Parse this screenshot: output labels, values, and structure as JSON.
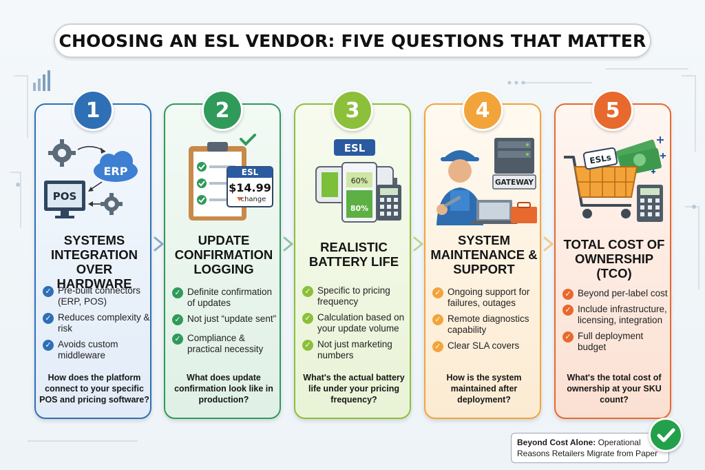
{
  "title": "CHOOSING AN ESL VENDOR: FIVE QUESTIONS THAT MATTER",
  "colors": {
    "card1": "#2f6fb5",
    "card2": "#2f9a5a",
    "card3": "#8cbf3a",
    "card4": "#f2a43a",
    "card5": "#e8692d"
  },
  "cards": [
    {
      "number": "1",
      "title": "SYSTEMS INTEGRATION OVER HARDWARE",
      "illustration_labels": [
        "ERP",
        "POS"
      ],
      "bullets": [
        "Pre-built connectors (ERP, POS)",
        "Reduces complexity & risk",
        "Avoids custom middleware"
      ],
      "question": "How does the platform connect to your specific POS and pricing software?"
    },
    {
      "number": "2",
      "title": "UPDATE CONFIRMATION LOGGING",
      "illustration_labels": [
        "ESL",
        "$14.99",
        "change"
      ],
      "bullets": [
        "Definite confirmation of updates",
        "Not just “update sent”",
        "Compliance & practical necessity"
      ],
      "question": "What does update confirmation look like in production?"
    },
    {
      "number": "3",
      "title": "REALISTIC BATTERY LIFE",
      "illustration_labels": [
        "ESL",
        "60%",
        "80%"
      ],
      "bullets": [
        "Specific to pricing frequency",
        "Calculation based on your update volume",
        "Not just marketing numbers"
      ],
      "question": "What's the actual battery life under your pricing frequency?"
    },
    {
      "number": "4",
      "title": "SYSTEM MAINTENANCE & SUPPORT",
      "illustration_labels": [
        "GATEWAY"
      ],
      "bullets": [
        "Ongoing support for failures, outages",
        "Remote diagnostics capability",
        "Clear SLA covers"
      ],
      "question": "How is the system maintained after deployment?"
    },
    {
      "number": "5",
      "title": "TOTAL COST OF OWNERSHIP (TCO)",
      "illustration_labels": [
        "ESLs"
      ],
      "bullets": [
        "Beyond per-label cost",
        "Include infrastructure, licensing, integration",
        "Full deployment budget"
      ],
      "question": "What's the total cost of ownership at your SKU count?"
    }
  ],
  "footer": {
    "bold": "Beyond Cost Alone:",
    "text": " Operational Reasons Retailers Migrate from Paper"
  }
}
